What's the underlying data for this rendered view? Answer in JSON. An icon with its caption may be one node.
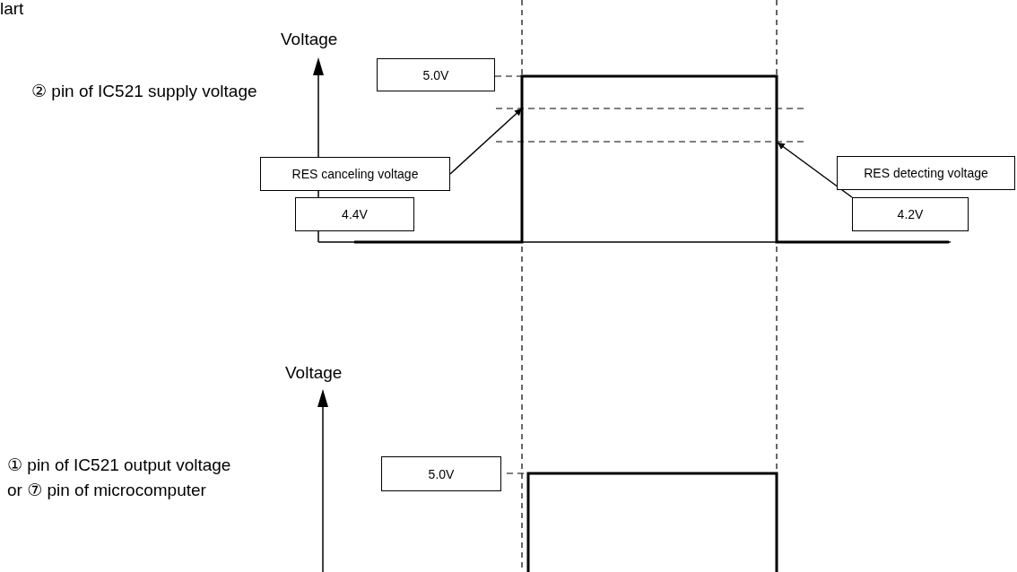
{
  "diagram": {
    "nodes": [
      {
        "text": [
          "5.0V"
        ]
      },
      {
        "text": [
          "RES canceling voltage"
        ]
      },
      {
        "text": [
          "4.4V"
        ]
      },
      {
        "text": [
          "RES detecting voltage"
        ]
      },
      {
        "text": [
          "4.2V"
        ]
      },
      {
        "text": [
          "5.0V"
        ]
      }
    ],
    "edges": [
      {
        "from": 1,
        "to": null,
        "arrow": "to"
      },
      {
        "from": 4,
        "to": null,
        "arrow": "to"
      }
    ],
    "labels": [
      "lart",
      "Voltage",
      "② pin of IC521 supply voltage",
      "Voltage",
      "① pin of IC521 output voltage or ⑦ pin of microcomputer"
    ]
  }
}
